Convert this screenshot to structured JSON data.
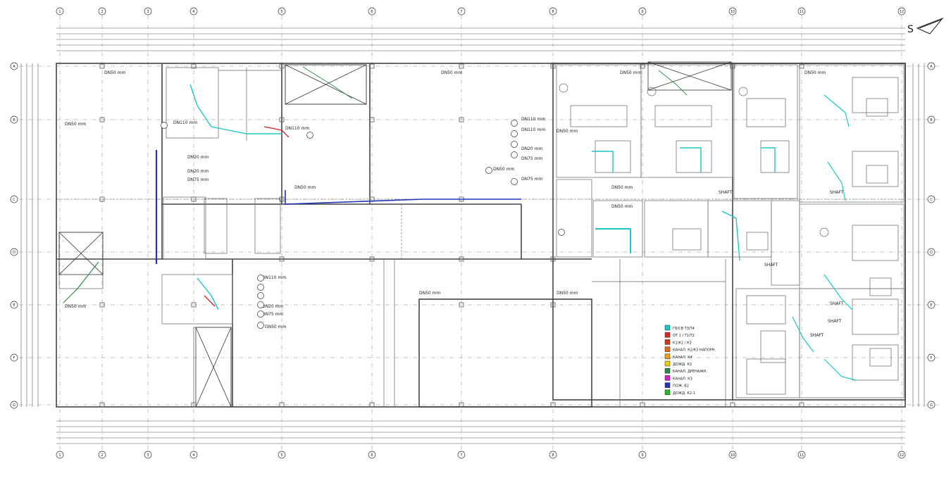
{
  "north_label": "S",
  "axis_labels_top": [
    "1",
    "2",
    "3",
    "4",
    "5",
    "6",
    "7",
    "8",
    "9",
    "10",
    "11",
    "12"
  ],
  "axis_labels_side": [
    "A",
    "B",
    "C",
    "D",
    "E",
    "F",
    "G"
  ],
  "dn50": "DN50 mm",
  "dn20": "DN20 mm",
  "dn110": "DN110 mm",
  "dn75": "DN75 mm",
  "shaft": "SHAFT",
  "legend": [
    {
      "color": "#19c8c8",
      "label": "ГВ/СВ Т3/Т4"
    },
    {
      "color": "#d8282c",
      "label": "ОТ 1 / Т1/Т2"
    },
    {
      "color": "#c83c1e",
      "label": "К1/К2 / К3"
    },
    {
      "color": "#e06a1e",
      "label": "КАНАЛ. К2/К3 НАПОРН."
    },
    {
      "color": "#e8a020",
      "label": "КАНАЛ. К4"
    },
    {
      "color": "#e8d010",
      "label": "ДОЖД. К2"
    },
    {
      "color": "#2a8a4a",
      "label": "КАНАЛ. ДРЕНАЖН."
    },
    {
      "color": "#c828c8",
      "label": "КАНАЛ. К3"
    },
    {
      "color": "#2432b8",
      "label": "ПОЖ. В2"
    },
    {
      "color": "#2ab82a",
      "label": "ДОЖД. К2-1"
    }
  ]
}
